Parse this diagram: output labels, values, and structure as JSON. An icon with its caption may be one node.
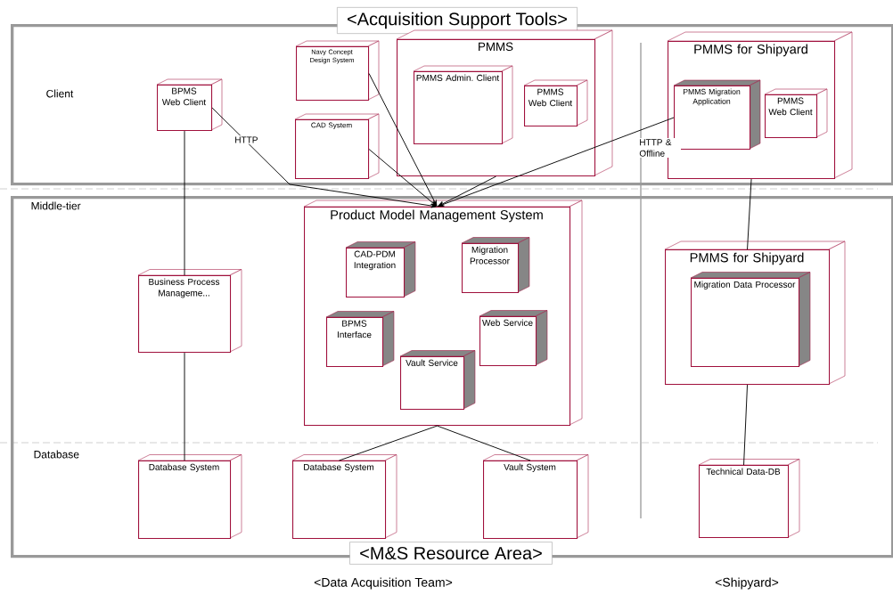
{
  "diagram": {
    "nodes": [
      {
        "text": [
          "<Acquisition Support Tools>"
        ]
      },
      {
        "text": [
          "Navy Concept Design System"
        ],
        "in": 0
      },
      {
        "text": [
          "CAD System"
        ],
        "in": 0
      },
      {
        "text": [
          "PMMS"
        ],
        "in": 0
      },
      {
        "text": [
          "PMMS Admin. Client"
        ],
        "in": 3
      },
      {
        "text": [
          "PMMS Web Client"
        ],
        "in": 3
      },
      {
        "text": [
          "BPMS Web Client"
        ],
        "in": 0
      },
      {
        "text": [
          "PMMS for Shipyard"
        ],
        "in": 0
      },
      {
        "text": [
          "PMMS Migration Application"
        ],
        "in": 7
      },
      {
        "text": [
          "PMMS Web Client"
        ],
        "in": 7
      },
      {
        "text": [
          "<M&S Resource Area>"
        ]
      },
      {
        "text": [
          "Product Model Management System"
        ],
        "in": 10
      },
      {
        "text": [
          "CAD-PDM Integration"
        ],
        "in": 11
      },
      {
        "text": [
          "Migration Processor"
        ],
        "in": 11
      },
      {
        "text": [
          "BPMS Interface"
        ],
        "in": 11
      },
      {
        "text": [
          "Web Service"
        ],
        "in": 11
      },
      {
        "text": [
          "Vault Service"
        ],
        "in": 11
      },
      {
        "text": [
          "Business Process Manageme..."
        ],
        "in": 10
      },
      {
        "text": [
          "PMMS for Shipyard"
        ],
        "in": 10
      },
      {
        "text": [
          "Migration Data Processor"
        ],
        "in": 18
      },
      {
        "text": [
          "Database System"
        ],
        "in": 10
      },
      {
        "text": [
          "Database System"
        ],
        "in": 10
      },
      {
        "text": [
          "Vault System"
        ],
        "in": 10
      },
      {
        "text": [
          "Technical Data-DB"
        ],
        "in": 10
      }
    ],
    "edges": [
      {
        "from": 6,
        "to": 11,
        "arrow": "to",
        "label": "HTTP"
      },
      {
        "from": 1,
        "to": 11,
        "arrow": "to"
      },
      {
        "from": 2,
        "to": 11,
        "arrow": "to"
      },
      {
        "from": 3,
        "to": 11,
        "arrow": "to"
      },
      {
        "from": 8,
        "to": 11,
        "arrow": "to",
        "label": "HTTP & Offline"
      },
      {
        "from": 6,
        "to": 17,
        "arrow": "none"
      },
      {
        "from": 17,
        "to": 20,
        "arrow": "none"
      },
      {
        "from": 11,
        "to": 21,
        "arrow": "none"
      },
      {
        "from": 11,
        "to": 22,
        "arrow": "none"
      },
      {
        "from": 7,
        "to": 18,
        "arrow": "none"
      },
      {
        "from": 18,
        "to": 23,
        "arrow": "none"
      }
    ],
    "labels": [
      "Client",
      "Middle-tier",
      "Database",
      "<Data Acquisition Team>",
      "<Shipyard>"
    ]
  }
}
